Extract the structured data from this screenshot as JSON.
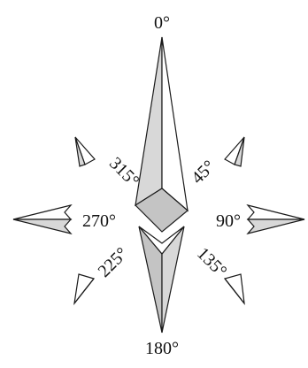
{
  "colors": {
    "light_face": "#d8d8d8",
    "mid_face": "#c4c4c4",
    "white_face": "#ffffff",
    "stroke": "#1a1a1a"
  },
  "labels": {
    "n": "0°",
    "ne": "45°",
    "e": "90°",
    "se": "135°",
    "s": "180°",
    "sw": "225°",
    "w": "270°",
    "nw": "315°"
  }
}
